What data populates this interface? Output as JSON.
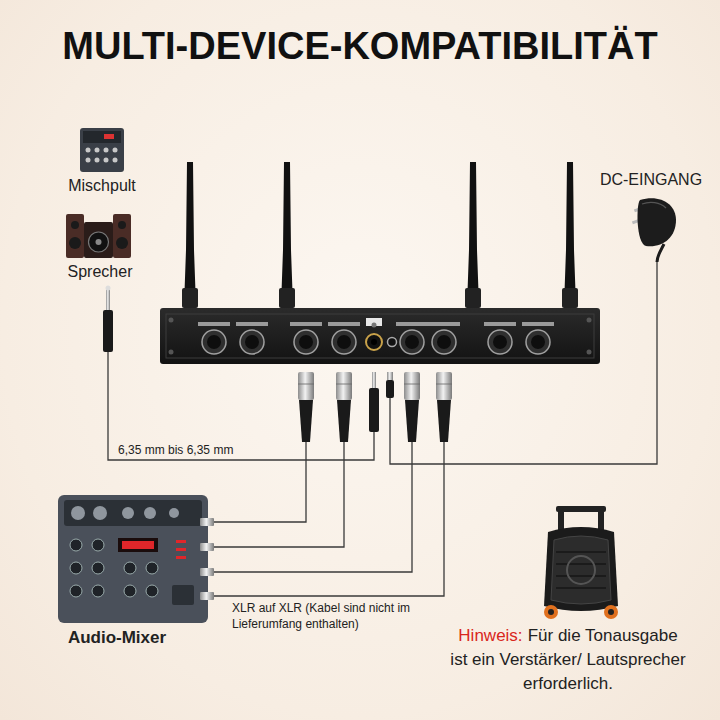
{
  "diagram": {
    "title": "MULTI-DEVICE-KOMPATIBILITÄT",
    "nodes": [
      {
        "text": [
          "Mischpult"
        ]
      },
      {
        "text": [
          "Sprecher"
        ]
      },
      {
        "text": [
          "DC-EINGANG"
        ]
      },
      {
        "text": [
          "Audio-Mixer"
        ]
      }
    ],
    "labels": [
      "6,35 mm bis 6,35 mm",
      "XLR auf XLR (Kabel sind nicht im Lieferumfang enthalten)",
      "Hinweis:",
      "Für die Tonausgabe ist ein Verstärker/ Lautsprecher erforderlich."
    ]
  }
}
